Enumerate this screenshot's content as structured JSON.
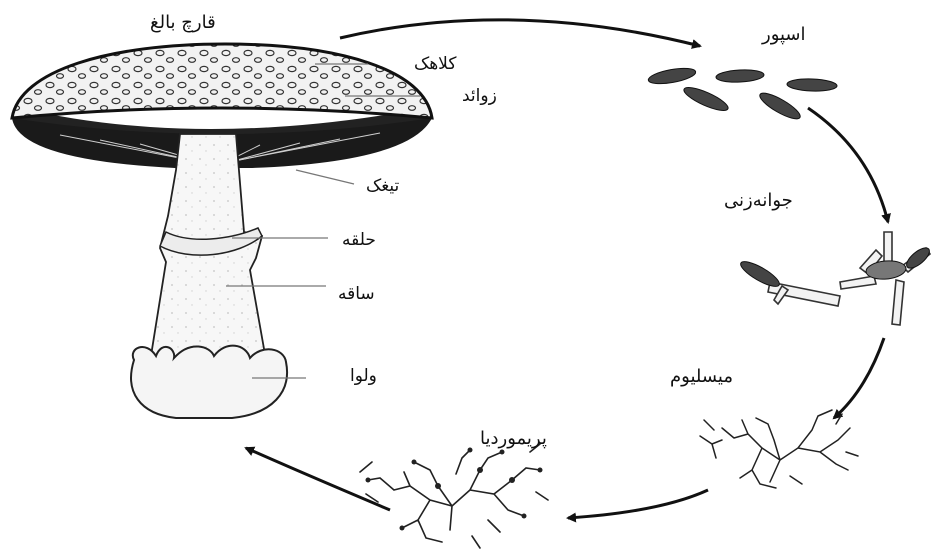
{
  "title": "قارچ بالغ",
  "parts": {
    "cap": "کلاهک",
    "appendages": "زوائد",
    "gills": "تیغک",
    "ring": "حلقه",
    "stalk": "ساقه",
    "volva": "ولوا"
  },
  "cycle": {
    "spore": "اسپور",
    "germination": "جوانه‌زنی",
    "mycelium": "میسلیوم",
    "primordia": "پریموردیا"
  }
}
